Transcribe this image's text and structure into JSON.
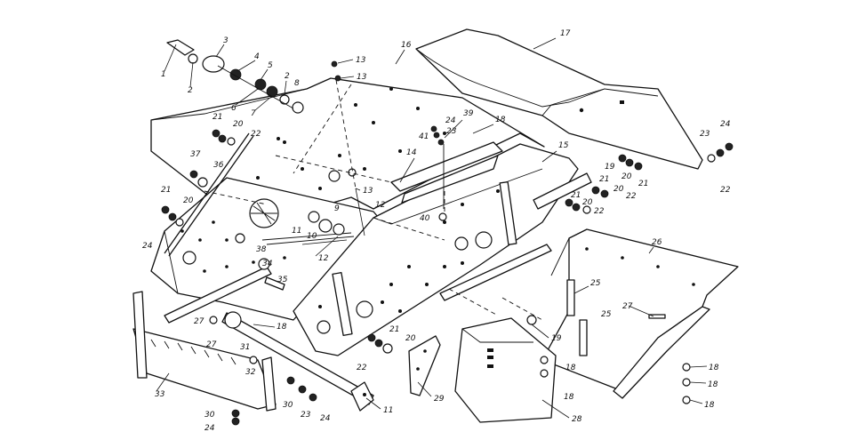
{
  "diagram": {
    "callouts": [
      {
        "id": "c1",
        "text": "1"
      },
      {
        "id": "c2a",
        "text": "2"
      },
      {
        "id": "c3a",
        "text": "3"
      },
      {
        "id": "c4",
        "text": "4"
      },
      {
        "id": "c5",
        "text": "5"
      },
      {
        "id": "c6",
        "text": "6"
      },
      {
        "id": "c7",
        "text": "7"
      },
      {
        "id": "c2b",
        "text": "2"
      },
      {
        "id": "c8",
        "text": "8"
      },
      {
        "id": "c13a",
        "text": "13"
      },
      {
        "id": "c13b",
        "text": "13"
      },
      {
        "id": "c16",
        "text": "16"
      },
      {
        "id": "c17",
        "text": "17"
      },
      {
        "id": "c21a",
        "text": "21"
      },
      {
        "id": "c20a",
        "text": "20"
      },
      {
        "id": "c22a",
        "text": "22"
      },
      {
        "id": "c37",
        "text": "37"
      },
      {
        "id": "c36",
        "text": "36"
      },
      {
        "id": "c21b",
        "text": "21"
      },
      {
        "id": "c20b",
        "text": "20"
      },
      {
        "id": "c24a",
        "text": "24"
      },
      {
        "id": "c13c",
        "text": "13"
      },
      {
        "id": "c12a",
        "text": "12"
      },
      {
        "id": "c9",
        "text": "9"
      },
      {
        "id": "c11",
        "text": "11"
      },
      {
        "id": "c10",
        "text": "10"
      },
      {
        "id": "c12b",
        "text": "12"
      },
      {
        "id": "c38",
        "text": "38"
      },
      {
        "id": "c34",
        "text": "34"
      },
      {
        "id": "c35",
        "text": "35"
      },
      {
        "id": "c14",
        "text": "14"
      },
      {
        "id": "c41",
        "text": "41"
      },
      {
        "id": "c24b",
        "text": "24"
      },
      {
        "id": "c23a",
        "text": "23"
      },
      {
        "id": "c39",
        "text": "39"
      },
      {
        "id": "c18a",
        "text": "18"
      },
      {
        "id": "c40",
        "text": "40"
      },
      {
        "id": "c15",
        "text": "15"
      },
      {
        "id": "c19a",
        "text": "19"
      },
      {
        "id": "c20c",
        "text": "20"
      },
      {
        "id": "c21c",
        "text": "21"
      },
      {
        "id": "c24c",
        "text": "24"
      },
      {
        "id": "c23b",
        "text": "23"
      },
      {
        "id": "c22b",
        "text": "22"
      },
      {
        "id": "c21d",
        "text": "21"
      },
      {
        "id": "c20d",
        "text": "20"
      },
      {
        "id": "c22c",
        "text": "22"
      },
      {
        "id": "c21e",
        "text": "21"
      },
      {
        "id": "c20e",
        "text": "20"
      },
      {
        "id": "c22d",
        "text": "22"
      },
      {
        "id": "c26",
        "text": "26"
      },
      {
        "id": "c25a",
        "text": "25"
      },
      {
        "id": "c25b",
        "text": "25"
      },
      {
        "id": "c27a",
        "text": "27"
      },
      {
        "id": "c27b",
        "text": "27"
      },
      {
        "id": "c27c",
        "text": "27"
      },
      {
        "id": "c18b",
        "text": "18"
      },
      {
        "id": "c31",
        "text": "31"
      },
      {
        "id": "c32",
        "text": "32"
      },
      {
        "id": "c33",
        "text": "33"
      },
      {
        "id": "c30a",
        "text": "30"
      },
      {
        "id": "c23c",
        "text": "23"
      },
      {
        "id": "c24d",
        "text": "24"
      },
      {
        "id": "c30b",
        "text": "30"
      },
      {
        "id": "c24e",
        "text": "24"
      },
      {
        "id": "c11b",
        "text": "11"
      },
      {
        "id": "c21f",
        "text": "21"
      },
      {
        "id": "c20f",
        "text": "20"
      },
      {
        "id": "c22e",
        "text": "22"
      },
      {
        "id": "c19b",
        "text": "19"
      },
      {
        "id": "c29",
        "text": "29"
      },
      {
        "id": "c28",
        "text": "28"
      },
      {
        "id": "c18c",
        "text": "18"
      },
      {
        "id": "c18d",
        "text": "18"
      },
      {
        "id": "c18e",
        "text": "18"
      },
      {
        "id": "c18f",
        "text": "18"
      },
      {
        "id": "c18g",
        "text": "18"
      }
    ]
  }
}
